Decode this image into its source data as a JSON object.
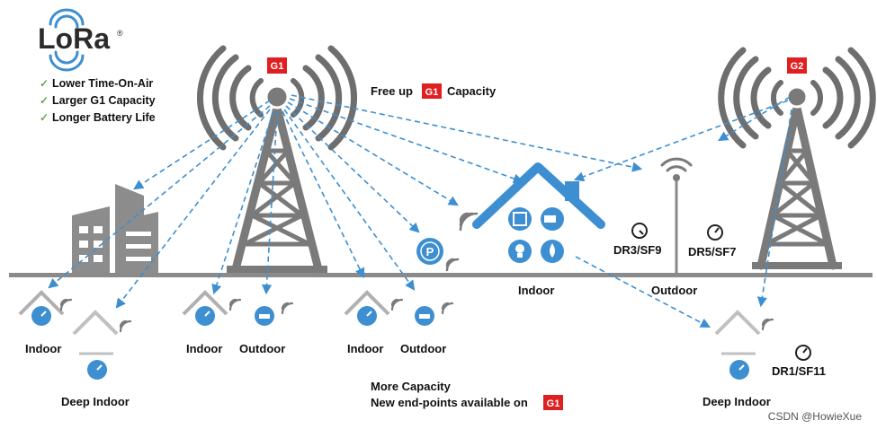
{
  "brand": {
    "logo_text": "LoRa",
    "registered_mark": "®",
    "features": [
      "Lower Time-On-Air",
      "Larger G1 Capacity",
      "Longer Battery Life"
    ],
    "check_glyph": "✓"
  },
  "gateways": {
    "g1_label": "G1",
    "g2_label": "G2"
  },
  "captions": {
    "free_up_prefix": "Free up",
    "free_up_badge": "G1",
    "free_up_suffix": "Capacity",
    "more_capacity": "More Capacity",
    "new_endpoints_prefix": "New end-points available on",
    "new_endpoints_badge": "G1"
  },
  "labels": {
    "indoor_left": "Indoor",
    "deep_indoor_left": "Deep Indoor",
    "indoor_mid1": "Indoor",
    "outdoor_mid1": "Outdoor",
    "indoor_mid2": "Indoor",
    "outdoor_mid2": "Outdoor",
    "indoor_house": "Indoor",
    "outdoor_right": "Outdoor",
    "dr3": "DR3/SF9",
    "dr5": "DR5/SF7",
    "dr1": "DR1/SF11",
    "deep_indoor_right": "Deep Indoor",
    "parking_letter": "P"
  },
  "watermark": "CSDN @HowieXue",
  "colors": {
    "accent_blue": "#3d8fd1",
    "badge_red": "#e02020",
    "tower_gray": "#7a7a7a",
    "check_green": "#6aa84f",
    "ground": "#8a8a8a"
  }
}
